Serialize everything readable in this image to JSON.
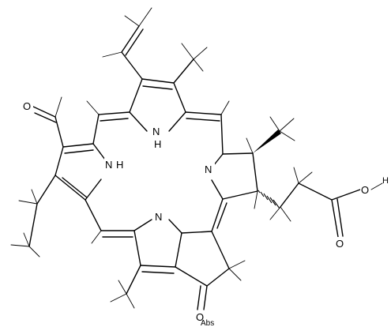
{
  "atom_labels": {
    "n_pyrrole_top": "N",
    "h_pyrrole_top": "H",
    "n_pyrrole_left": "N",
    "h_pyrrole_left": "H",
    "n_imine_right": "N",
    "n_imine_bottom": "N",
    "o_aldehyde": "O",
    "o_ketone": "O",
    "o_acid_carbonyl": "O",
    "o_acid_hydroxyl": "O",
    "h_acid": "H",
    "abs_tag": "Abs"
  },
  "colors": {
    "ink": "#000000",
    "background": "#ffffff"
  }
}
